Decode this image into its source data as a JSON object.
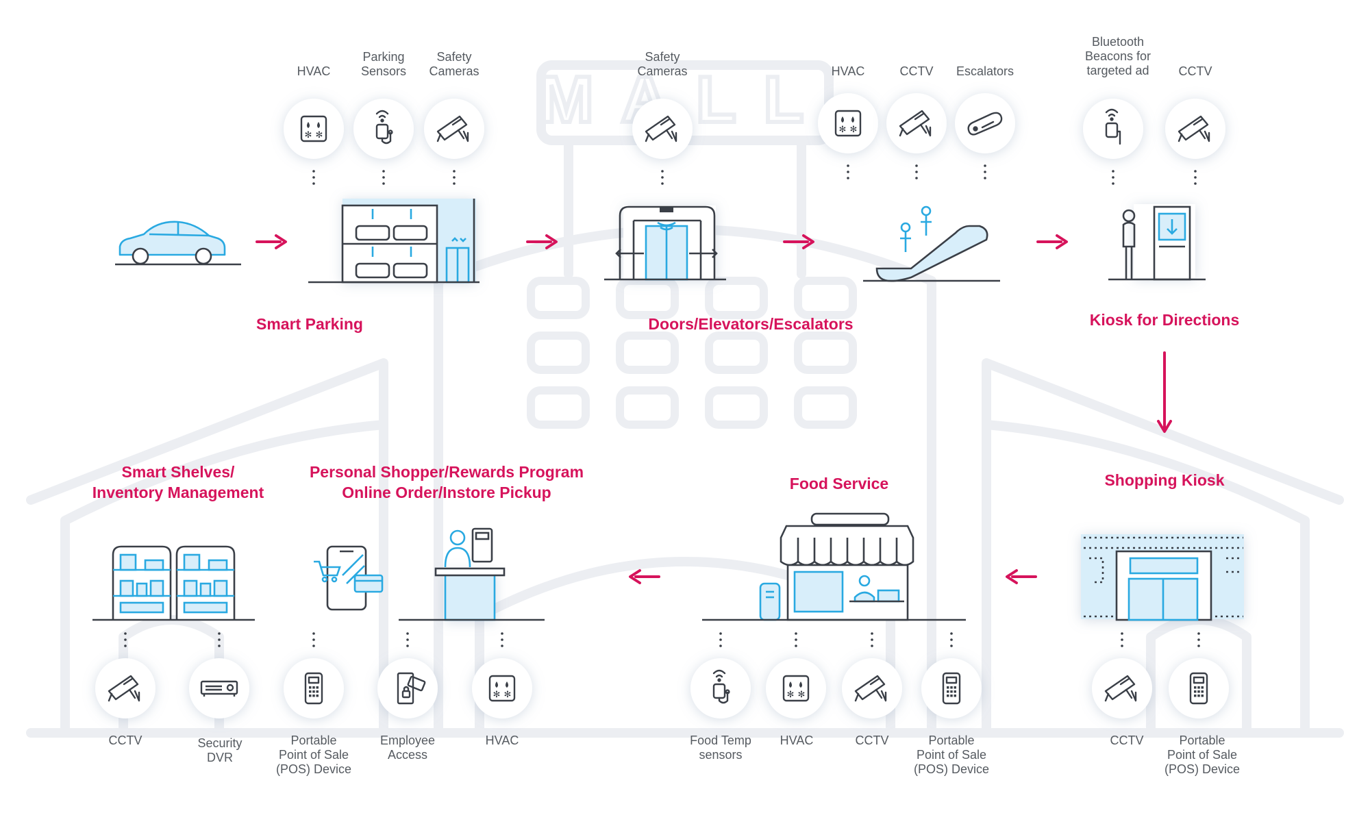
{
  "colors": {
    "accent": "#d6135b",
    "icon_stroke": "#3a3f47",
    "light_blue": "#d8eefa",
    "mid_blue": "#29a9e1",
    "background_building": "#eceef2"
  },
  "background": {
    "sign_text": "MALL"
  },
  "zones": {
    "smart_parking": {
      "title": "Smart Parking",
      "devices": [
        {
          "label": "HVAC",
          "icon": "hvac-icon"
        },
        {
          "label": "Parking\nSensors",
          "icon": "sensor-icon"
        },
        {
          "label": "Safety\nCameras",
          "icon": "camera-icon"
        }
      ]
    },
    "doors": {
      "title": "Doors/Elevators/Escalators",
      "devices": [
        {
          "label": "Safety\nCameras",
          "icon": "camera-icon"
        },
        {
          "label": "HVAC",
          "icon": "hvac-icon"
        },
        {
          "label": "CCTV",
          "icon": "camera-icon"
        },
        {
          "label": "Escalators",
          "icon": "escalator-sensor-icon"
        }
      ]
    },
    "kiosk_directions": {
      "title": "Kiosk for Directions",
      "devices": [
        {
          "label": "Bluetooth\nBeacons for\ntargeted ad",
          "icon": "beacon-icon"
        },
        {
          "label": "CCTV",
          "icon": "camera-icon"
        }
      ]
    },
    "shopping_kiosk": {
      "title": "Shopping Kiosk",
      "devices": [
        {
          "label": "CCTV",
          "icon": "camera-icon"
        },
        {
          "label": "Portable\nPoint of Sale\n(POS) Device",
          "icon": "pos-icon"
        }
      ]
    },
    "food_service": {
      "title": "Food Service",
      "devices": [
        {
          "label": "Food Temp\nsensors",
          "icon": "sensor-icon"
        },
        {
          "label": "HVAC",
          "icon": "hvac-icon"
        },
        {
          "label": "CCTV",
          "icon": "camera-icon"
        },
        {
          "label": "Portable\nPoint of Sale\n(POS) Device",
          "icon": "pos-icon"
        }
      ]
    },
    "personal_shopper": {
      "title": "Personal Shopper/Rewards Program\nOnline Order/Instore Pickup"
    },
    "smart_shelves": {
      "title": "Smart Shelves/\nInventory Management",
      "devices": [
        {
          "label": "CCTV",
          "icon": "camera-icon"
        },
        {
          "label": "Security\nDVR",
          "icon": "dvr-icon"
        },
        {
          "label": "Portable\nPoint of Sale\n(POS) Device",
          "icon": "pos-icon"
        },
        {
          "label": "Employee\nAccess",
          "icon": "access-icon"
        },
        {
          "label": "HVAC",
          "icon": "hvac-icon"
        }
      ]
    }
  }
}
